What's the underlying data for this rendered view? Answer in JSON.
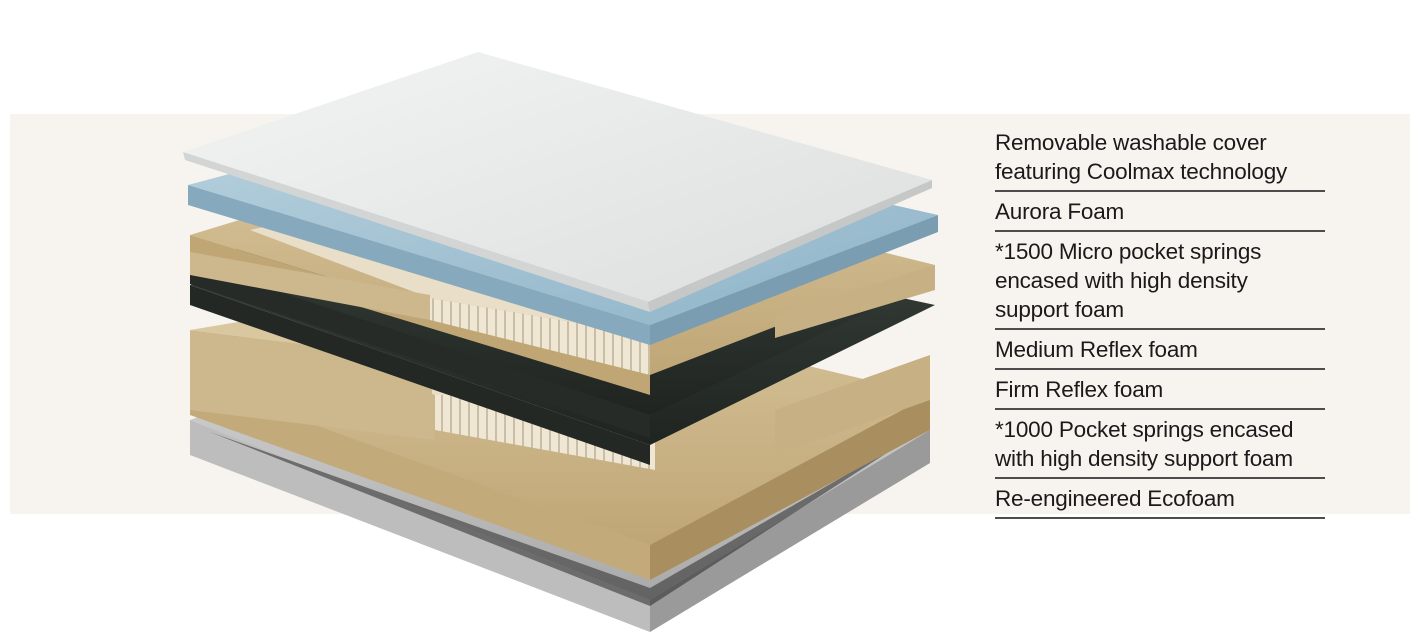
{
  "legend": {
    "items": [
      {
        "label": "Removable washable cover\nfeaturing Coolmax technology"
      },
      {
        "label": "Aurora Foam"
      },
      {
        "label": "*1500 Micro pocket springs\nencased with high density\nsupport foam"
      },
      {
        "label": "Medium Reflex foam"
      },
      {
        "label": "Firm Reflex foam"
      },
      {
        "label": "*1000 Pocket springs encased\nwith high density support foam"
      },
      {
        "label": "Re-engineered Ecofoam"
      }
    ]
  },
  "colors": {
    "band_background": "#f7f4ef",
    "cover": "#e9eaea",
    "aurora_foam": "#a9c6d6",
    "support_foam": "#cfb98d",
    "reflex_foam": "#2f3631",
    "springs": "#ece3cf",
    "base": "#c9c9c9",
    "divider": "#4d4d4d"
  }
}
